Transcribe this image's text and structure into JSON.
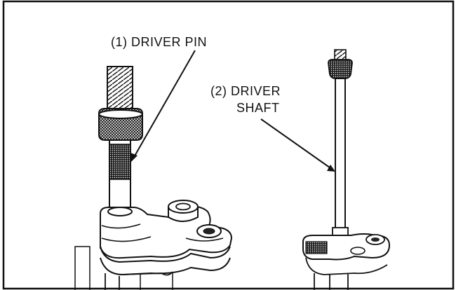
{
  "callouts": {
    "driver_pin": {
      "label": "(1) DRIVER PIN"
    },
    "driver_shaft": {
      "label_line1": "(2) DRIVER",
      "label_line2": "SHAFT"
    }
  },
  "colors": {
    "ink": "#111111",
    "paper": "#ffffff"
  }
}
